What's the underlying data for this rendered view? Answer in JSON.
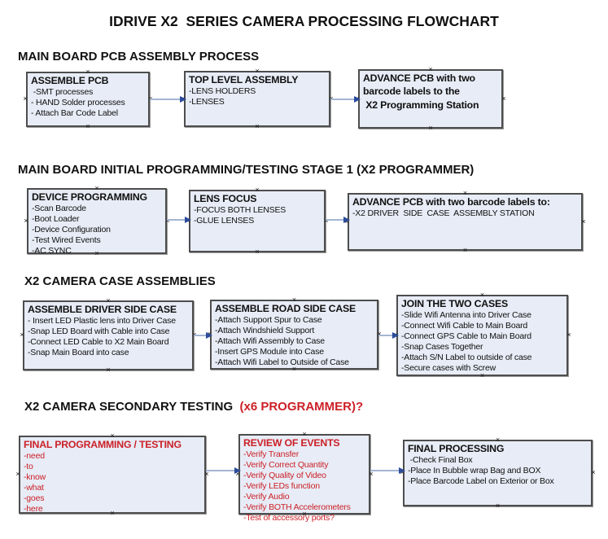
{
  "title": "IDRIVE X2  SERIES CAMERA PROCESSING FLOWCHART",
  "colors": {
    "box_fill": "#e7ecf6",
    "box_border": "#4d4d4d",
    "connector_line": "#a3b6d4",
    "arrowhead": "#2c4c9c",
    "red_text": "#cc2027",
    "black_text": "#111111"
  },
  "sections": [
    {
      "heading": "MAIN BOARD PCB ASSEMBLY PROCESS",
      "boxes": [
        {
          "title": "ASSEMBLE PCB",
          "lines": [
            " -SMT processes",
            "- HAND Solder processes",
            "- Attach Bar Code Label"
          ]
        },
        {
          "title": "TOP LEVEL ASSEMBLY",
          "lines": [
            "-LENS HOLDERS",
            "-LENSES"
          ]
        },
        {
          "title": "ADVANCE PCB with two",
          "lines": [
            "barcode labels to the",
            " X2 Programming Station"
          ]
        }
      ]
    },
    {
      "heading": "MAIN BOARD INITIAL PROGRAMMING/TESTING STAGE 1 (X2 PROGRAMMER)",
      "boxes": [
        {
          "title": "DEVICE PROGRAMMING",
          "lines": [
            "-Scan Barcode",
            "-Boot Loader",
            "-Device Configuration",
            "-Test Wired Events",
            "-AC SYNC"
          ]
        },
        {
          "title": "LENS FOCUS",
          "lines": [
            "-FOCUS BOTH LENSES",
            "-GLUE LENSES"
          ]
        },
        {
          "title": "ADVANCE PCB with two barcode labels to:",
          "lines": [
            "-X2 DRIVER  SIDE  CASE  ASSEMBLY STATION"
          ]
        }
      ]
    },
    {
      "heading": "X2 CAMERA CASE ASSEMBLIES",
      "boxes": [
        {
          "title": "ASSEMBLE DRIVER SIDE CASE",
          "lines": [
            "- Insert LED Plastic lens into Driver Case",
            "-Snap LED Board with Cable into Case",
            "-Connect LED Cable to X2 Main Board",
            "-Snap Main Board into case"
          ]
        },
        {
          "title": "ASSEMBLE ROAD SIDE CASE",
          "lines": [
            "-Attach Support Spur to Case",
            "-Attach Windshield Support",
            "-Attach Wifi Assembly to Case",
            "-Insert GPS Module into Case",
            "-Attach Wifi Label to Outside of Case"
          ]
        },
        {
          "title": "JOIN THE TWO CASES",
          "lines": [
            "-Slide Wifi Antenna into Driver Case",
            "-Connect Wifi Cable to Main Board",
            "-Connect GPS Cable to Main Board",
            "-Snap Cases Together",
            "-Attach S/N Label to outside of case",
            "-Secure cases with Screw"
          ]
        }
      ]
    },
    {
      "heading": "X2 CAMERA SECONDARY TESTING ",
      "heading_suffix": " (x6 PROGRAMMER)?",
      "boxes": [
        {
          "title": "FINAL PROGRAMMING / TESTING",
          "lines": [
            "-need",
            "-to",
            "-know",
            "-what",
            "-goes",
            "-here"
          ]
        },
        {
          "title": "REVIEW OF EVENTS",
          "lines": [
            "-Verify Transfer",
            "-Verify Correct Quantity",
            "-Verify Quality of Video",
            "-Verify LEDs function",
            "-Verify Audio",
            "-Verify BOTH Accelerometers",
            "-Test of accessory ports?"
          ]
        },
        {
          "title": "FINAL PROCESSING",
          "lines": [
            " -Check Final Box",
            "-Place In Bubble wrap Bag and BOX",
            "-Place Barcode Label on Exterior or Box"
          ]
        }
      ]
    }
  ]
}
